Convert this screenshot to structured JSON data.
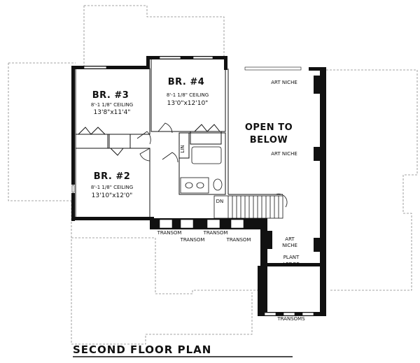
{
  "title": "SECOND FLOOR PLAN",
  "rooms": {
    "br3": {
      "name": "BR. #3",
      "ceiling": "8'-1 1/8\" CEILING",
      "size": "13'8\"x11'4\""
    },
    "br4": {
      "name": "BR. #4",
      "ceiling": "8'-1 1/8\" CEILING",
      "size": "13'0\"x12'10\""
    },
    "br2": {
      "name": "BR. #2",
      "ceiling": "8'-1 1/8\" CEILING",
      "size": "13'10\"x12'0\""
    },
    "open": {
      "line1": "OPEN TO",
      "line2": "BELOW"
    }
  },
  "notes": {
    "art_niche_1": "ART NICHE",
    "art_niche_2": "ART NICHE",
    "art_niche_3_a": "ART",
    "art_niche_3_b": "NICHE",
    "plant_ledge_a": "PLANT",
    "plant_ledge_b": "LEDGE",
    "linen": "LIN",
    "stair_dn": "DN",
    "transom_1": "TRANSOM",
    "transom_2": "TRANSOM",
    "transom_3": "TRANSOM",
    "transom_4": "TRANSOM",
    "transoms": "TRANSOMS"
  }
}
